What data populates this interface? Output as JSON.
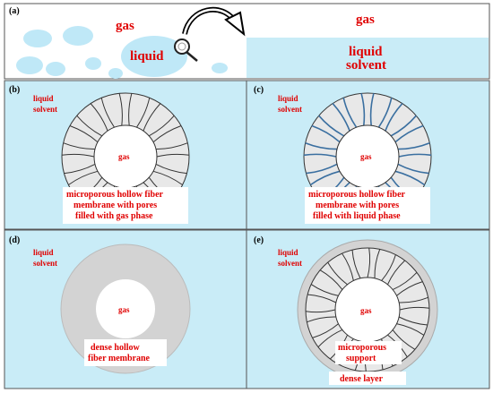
{
  "panels": {
    "a": {
      "label": "(a)",
      "gas": "gas",
      "liquid": "liquid",
      "gas_right": "gas",
      "liquid_solvent": [
        "liquid",
        "solvent"
      ]
    },
    "b": {
      "label": "(b)",
      "solvent": [
        "liquid",
        "solvent"
      ],
      "center": "gas",
      "caption": [
        "microporous hollow fiber",
        "membrane with pores",
        "filled with gas phase"
      ]
    },
    "c": {
      "label": "(c)",
      "solvent": [
        "liquid",
        "solvent"
      ],
      "center": "gas",
      "caption": [
        "microporous hollow fiber",
        "membrane with pores",
        "filled with liquid phase"
      ]
    },
    "d": {
      "label": "(d)",
      "solvent": [
        "liquid",
        "solvent"
      ],
      "center": "gas",
      "caption": [
        "dense hollow",
        "fiber membrane"
      ]
    },
    "e": {
      "label": "(e)",
      "solvent": [
        "liquid",
        "solvent"
      ],
      "center": "gas",
      "caption": [
        "microporous",
        "support"
      ],
      "layer": "dense layer"
    }
  },
  "colors": {
    "water": "#c9ecf7",
    "drop": "#bfe8f7",
    "membrane": "#e8e8e8",
    "dense": "#d3d3d3",
    "text_red": "#e00000",
    "pore_blue": "#3a6fa0"
  }
}
